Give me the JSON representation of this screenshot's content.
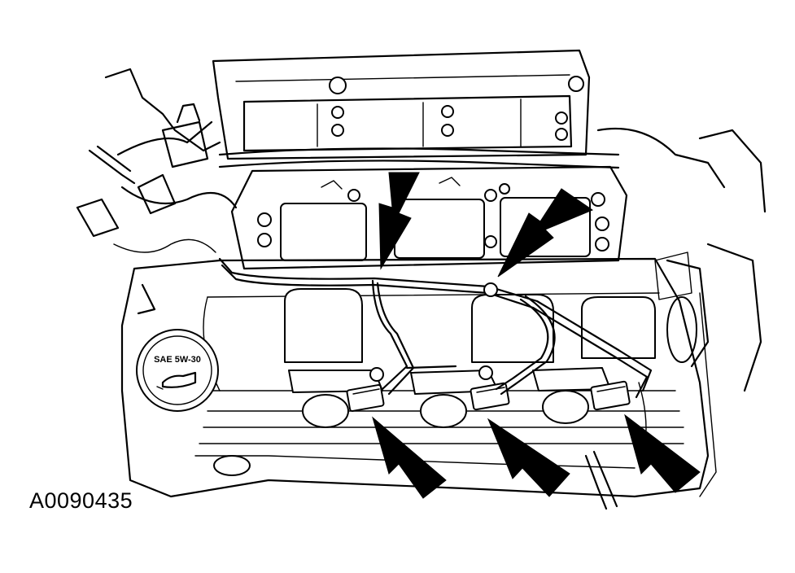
{
  "figure": {
    "id_label": "A0090435",
    "oil_cap_label": "SAE 5W-30"
  },
  "callouts": [
    {
      "name": "arrow-upper-left"
    },
    {
      "name": "arrow-upper-right"
    },
    {
      "name": "arrow-lower-1"
    },
    {
      "name": "arrow-lower-2"
    },
    {
      "name": "arrow-lower-3"
    }
  ],
  "colors": {
    "line": "#000000",
    "background": "#ffffff"
  }
}
